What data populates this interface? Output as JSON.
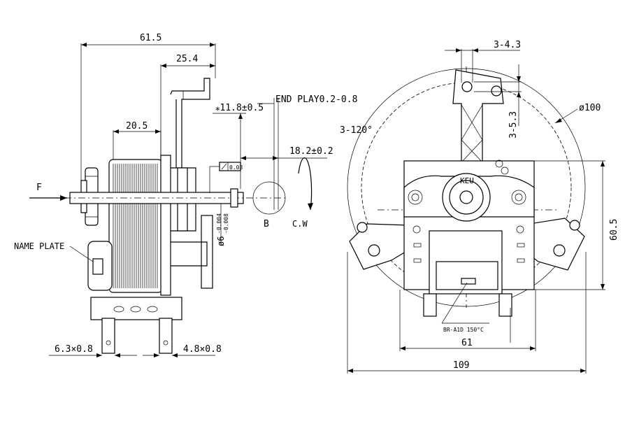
{
  "dimensions": {
    "overall_length": "61.5",
    "shaft_face": "25.4",
    "stack_width": "20.5",
    "shaft_mark": "⁎11.8±0.5",
    "end_play": "END PLAY0.2-0.8",
    "shaft_extension": "18.2±0.2",
    "shaft_diameter": "ø6",
    "shaft_tol_upper": "-0.004",
    "shaft_tol_lower": "-0.008",
    "flatness": "0.03",
    "terminal_left": "6.3×0.8",
    "terminal_right": "4.8×0.8",
    "hole_spacing": "3-4.3",
    "slot_length": "3-5.3",
    "circle_diameter": "ø100",
    "angle": "3-120°",
    "frame_height": "60.5",
    "frame_width": "61",
    "total_width": "109"
  },
  "labels": {
    "force_arrow": "F",
    "name_plate": "NAME PLATE",
    "detail_b": "B",
    "rotation": "C.W",
    "brand": "KEU",
    "thermal_fuse": "BR-A1D 150°C"
  }
}
